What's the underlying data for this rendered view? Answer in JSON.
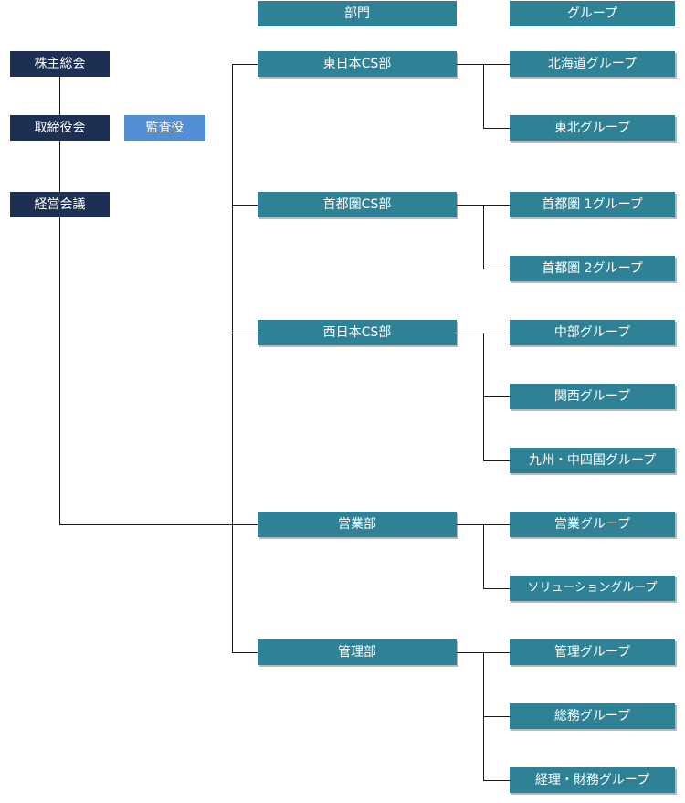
{
  "headers": {
    "department": "部門",
    "group": "グループ"
  },
  "executive": {
    "shareholders": "株主総会",
    "board": "取締役会",
    "auditor": "監査役",
    "management_meeting": "経営会議"
  },
  "departments": [
    {
      "name": "東日本CS部",
      "groups": [
        "北海道グループ",
        "東北グループ"
      ]
    },
    {
      "name": "首都圏CS部",
      "groups": [
        "首都圏 1グループ",
        "首都圏 2グループ"
      ]
    },
    {
      "name": "西日本CS部",
      "groups": [
        "中部グループ",
        "関西グループ",
        "九州・中四国グループ"
      ]
    },
    {
      "name": "営業部",
      "groups": [
        "営業グループ",
        "ソリューショングループ"
      ]
    },
    {
      "name": "管理部",
      "groups": [
        "管理グループ",
        "総務グループ",
        "経理・財務グループ"
      ]
    }
  ],
  "colors": {
    "executive": "#1b3052",
    "auditor": "#548fd6",
    "department": "#2f8296",
    "group": "#2f8296",
    "line": "#1a1a1a"
  }
}
